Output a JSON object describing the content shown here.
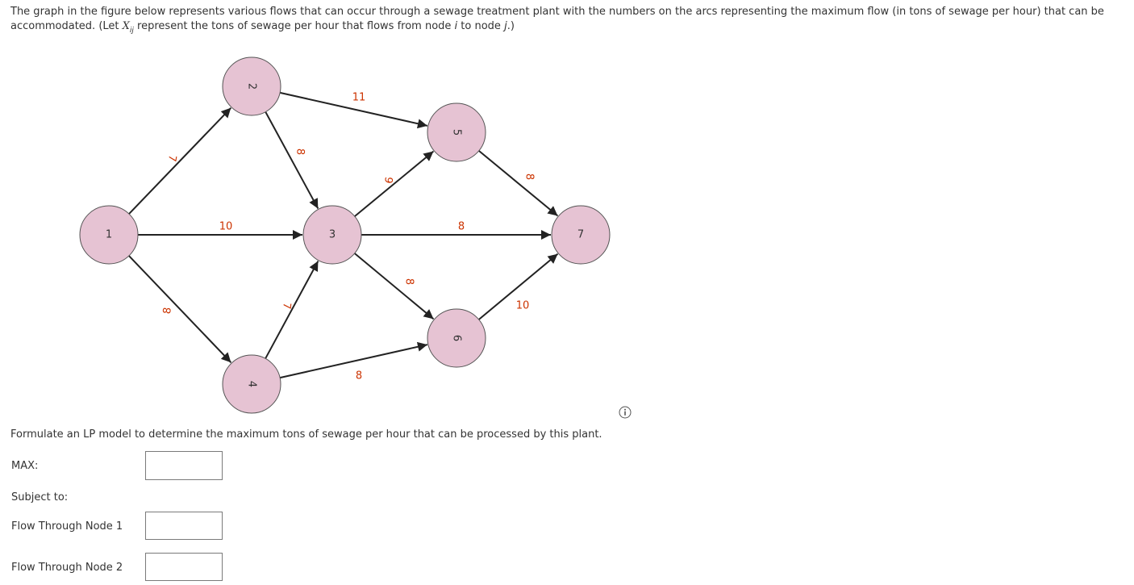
{
  "intro": {
    "part1": "The graph in the figure below represents various flows that can occur through a sewage treatment plant with the numbers on the arcs representing the maximum flow (in tons of sewage per hour) that can be accommodated. (Let ",
    "var_x": "X",
    "var_sub": "ij",
    "part2": " represent the tons of sewage per hour that flows from node ",
    "i": "i",
    "part3": " to node ",
    "j": "j",
    "part4": ".)"
  },
  "network": {
    "nodes": [
      {
        "id": "1",
        "label": "1"
      },
      {
        "id": "2",
        "label": "2"
      },
      {
        "id": "3",
        "label": "3"
      },
      {
        "id": "4",
        "label": "4"
      },
      {
        "id": "5",
        "label": "5"
      },
      {
        "id": "6",
        "label": "6"
      },
      {
        "id": "7",
        "label": "7"
      }
    ],
    "arcs": [
      {
        "from": "1",
        "to": "2",
        "capacity": "7"
      },
      {
        "from": "1",
        "to": "3",
        "capacity": "10"
      },
      {
        "from": "1",
        "to": "4",
        "capacity": "8"
      },
      {
        "from": "2",
        "to": "3",
        "capacity": "8"
      },
      {
        "from": "2",
        "to": "5",
        "capacity": "11"
      },
      {
        "from": "4",
        "to": "3",
        "capacity": "7"
      },
      {
        "from": "4",
        "to": "6",
        "capacity": "8"
      },
      {
        "from": "3",
        "to": "5",
        "capacity": "9"
      },
      {
        "from": "3",
        "to": "7",
        "capacity": "8"
      },
      {
        "from": "3",
        "to": "6",
        "capacity": "8"
      },
      {
        "from": "5",
        "to": "7",
        "capacity": "8"
      },
      {
        "from": "6",
        "to": "7",
        "capacity": "10"
      }
    ]
  },
  "question": "Formulate an LP model to determine the maximum tons of sewage per hour that can be processed by this plant.",
  "form": {
    "max_label": "MAX:",
    "max_value": "",
    "subject_to_label": "Subject to:",
    "node1_label": "Flow Through Node 1",
    "node1_value": "",
    "node2_label": "Flow Through Node 2",
    "node2_value": ""
  },
  "colors": {
    "node_fill": "#e6c3d3",
    "capacity_text": "#cc3300"
  },
  "icons": {
    "info": "info-icon"
  }
}
